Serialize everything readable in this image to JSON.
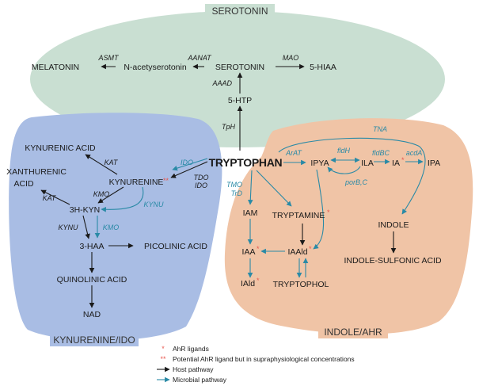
{
  "regions": {
    "serotonin": "SEROTONIN",
    "kynurenine": "KYNURENINE/IDO",
    "indole": "INDOLE/AHR"
  },
  "nodes": {
    "tryptophan": "TRYPTOPHAN",
    "melatonin": "MELATONIN",
    "n_acetylserotonin": "N-acetyserotonin",
    "serotonin": "SEROTONIN",
    "five_hiaa": "5-HIAA",
    "five_htp": "5-HTP",
    "kynurenic_acid": "KYNURENIC ACID",
    "xanthurenic_1": "XANTHURENIC",
    "xanthurenic_2": "ACID",
    "kynurenine": "KYNURENINE",
    "three_h_kyn": "3H-KYN",
    "three_haa": "3-HAA",
    "picolinic_acid": "PICOLINIC ACID",
    "quinolinic_acid": "QUINOLINIC ACID",
    "nad": "NAD",
    "ipya": "IPYA",
    "ila": "ILA",
    "ia": "IA",
    "ipa": "IPA",
    "iam": "IAM",
    "tryptamine": "TRYPTAMINE",
    "iaa": "IAA",
    "iaald": "IAAld",
    "iald": "IAld",
    "tryptophol": "TRYPTOPHOL",
    "indole": "INDOLE",
    "indole_sulfonic_acid": "INDOLE-SULFONIC ACID"
  },
  "enzymes": {
    "asmt": "ASMT",
    "aanat": "AANAT",
    "mao": "MAO",
    "aaad": "AAAD",
    "tph": "TpH",
    "kat1": "KAT",
    "kat2": "KAT",
    "ido_m": "IDO",
    "tdo": "TDO",
    "ido": "IDO",
    "kmo": "KMO",
    "kynu_m": "KYNU",
    "kynu": "KYNU",
    "kmo_m": "KMO",
    "tna": "TNA",
    "arat": "ArAT",
    "fldh": "fldH",
    "fldbc": "fldBC",
    "acda": "acdA",
    "porbc": "porB,C",
    "tmo": "TMO",
    "trd": "TrD"
  },
  "marks": {
    "single": "*",
    "double": "**"
  },
  "legend": {
    "ahr_ligands": "AhR ligands",
    "potential": "Potential AhR ligand but in supraphysiological concentrations",
    "host": "Host pathway",
    "microbial": "Microbial pathway"
  },
  "colors": {
    "serotonin_region": "#c9dfd2",
    "kynurenine_region": "#a9bde4",
    "indole_region": "#f0c4a6",
    "host_arrow": "#1a1a1a",
    "microbial_arrow": "#2a8aa6",
    "ligand_star": "#e8584f"
  }
}
